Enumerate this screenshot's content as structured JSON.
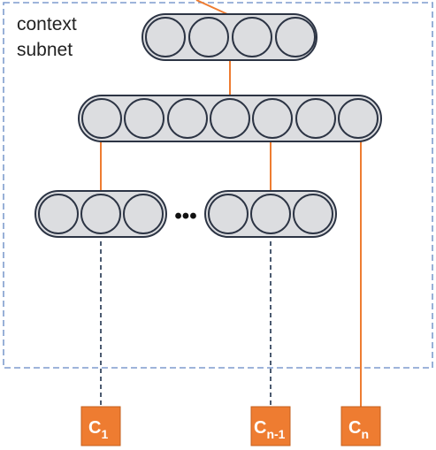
{
  "subnet": {
    "label_line1": "context",
    "label_line2": "subnet"
  },
  "ellipsis": "•••",
  "context_boxes": [
    {
      "base": "C",
      "sub": "1"
    },
    {
      "base": "C",
      "sub": "n-1"
    },
    {
      "base": "C",
      "sub": "n"
    }
  ],
  "colors": {
    "node_fill": "#dcdde0",
    "node_stroke": "#2c3444",
    "pill_fill": "#dcdde0",
    "orange": "#ee7c31",
    "dashed_line": "#4b5a70",
    "subnet_border": "#7f9ccd"
  }
}
